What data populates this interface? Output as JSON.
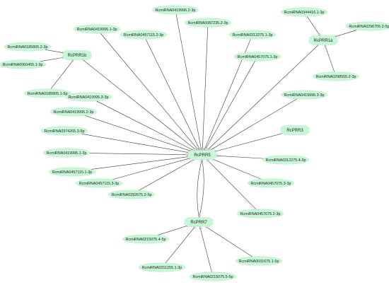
{
  "diagram": {
    "hubs": [
      {
        "id": "PRR1b",
        "label": "RcPRR1b"
      },
      {
        "id": "PRR1a",
        "label": "RcPRR1a"
      },
      {
        "id": "PRR3",
        "label": "RcPRR3"
      },
      {
        "id": "PRR5",
        "label": "RcPRR5"
      },
      {
        "id": "PRR7",
        "label": "RcPRR7"
      }
    ],
    "nodes": [
      {
        "id": "n1",
        "label": "RcmiRNA0419996.2-3p",
        "target": "PRR5"
      },
      {
        "id": "n2",
        "label": "RcmiRNA0419996.1-3p",
        "target": "PRR5"
      },
      {
        "id": "n3",
        "label": "RcmiRNA0185805.2-3p",
        "target": "PRR1b"
      },
      {
        "id": "n4",
        "label": "RcmiRNA0457115.2-3p",
        "target": "PRR5"
      },
      {
        "id": "n5",
        "label": "RcmiRNA0087235.2-3p",
        "target": "PRR5"
      },
      {
        "id": "n6",
        "label": "RcmiRNA0312275.1-3p",
        "target": "PRR5"
      },
      {
        "id": "n7",
        "label": "RcmiRNA0344416.1-3p",
        "target": "PRR1a"
      },
      {
        "id": "n8",
        "label": "RcmiRNA0296755.2-5p",
        "target": "PRR1a"
      },
      {
        "id": "n9",
        "label": "RcmiRNA0060455.1-3p",
        "target": "PRR1b"
      },
      {
        "id": "n10",
        "label": "RcmiRNA0457075.1-3p",
        "target": "PRR5"
      },
      {
        "id": "n11",
        "label": "RcmiRNA0298555.2-3p",
        "target": "PRR1a"
      },
      {
        "id": "n12",
        "label": "RcmiRNA0185805.1-5p",
        "target": "PRR1b"
      },
      {
        "id": "n13",
        "label": "RcmiRNA0419995.3-3p",
        "target": "PRR5"
      },
      {
        "id": "n14",
        "label": "RcmiRNA0419996.3-3p",
        "target": "PRR5"
      },
      {
        "id": "n15",
        "label": "RcmiRNA0419995.2-3p",
        "target": "PRR5"
      },
      {
        "id": "n16",
        "label": "RcmiRNA0374265.3-5p",
        "target": "PRR5"
      },
      {
        "id": "n17",
        "label": "RcmiRNA0419995.1-3p",
        "target": "PRR5"
      },
      {
        "id": "n18",
        "label": "RcmiRNA0457115.1-3p",
        "target": "PRR5"
      },
      {
        "id": "n19",
        "label": "RcmiRNA0312275.4-3p",
        "target": "PRR5"
      },
      {
        "id": "n20",
        "label": "RcmiRNA0457115.3-3p",
        "target": "PRR5"
      },
      {
        "id": "n21",
        "label": "RcmiRNA0457075.3-3p",
        "target": "PRR5"
      },
      {
        "id": "n22",
        "label": "RcmiRNA0292675.2-5p",
        "target": "PRR5"
      },
      {
        "id": "n23",
        "label": "RcmiRNA0457075.2-3p",
        "target": "PRR5"
      },
      {
        "id": "n24",
        "label": "RcmiRNA0215075.4-5p",
        "target": "PRR7"
      },
      {
        "id": "n25",
        "label": "RcmiRNA0311255.1-3p",
        "target": "PRR7"
      },
      {
        "id": "n26",
        "label": "RcmiRNA0031675.1-5p",
        "target": "PRR7"
      },
      {
        "id": "n27",
        "label": "RcmiRNA0215075.5-5p",
        "target": "PRR7"
      }
    ],
    "hub_links": [
      {
        "from": "PRR1b",
        "to": "PRR5"
      },
      {
        "from": "PRR1a",
        "to": "PRR5"
      },
      {
        "from": "PRR3",
        "to": "PRR5"
      },
      {
        "from": "PRR7",
        "to": "PRR5"
      },
      {
        "from": "PRR5",
        "to": "PRR7"
      }
    ]
  }
}
